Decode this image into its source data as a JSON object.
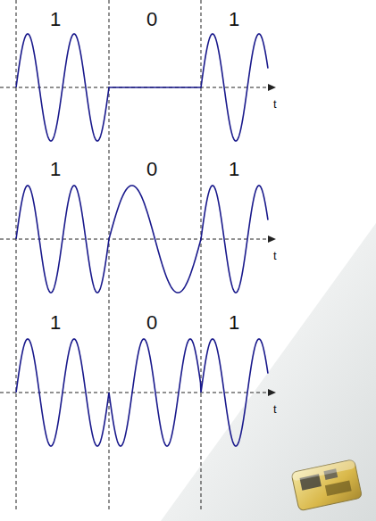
{
  "diagram": {
    "labels": [
      "1",
      "0",
      "1",
      "t",
      "1",
      "0",
      "1",
      "t",
      "1",
      "0",
      "1",
      "t"
    ]
  }
}
